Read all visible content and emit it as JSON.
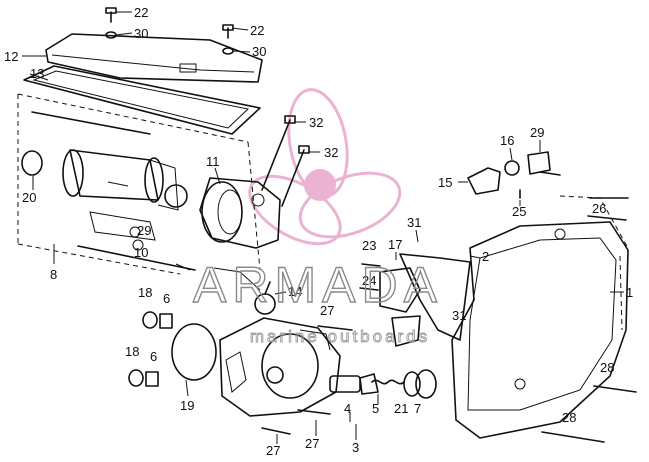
{
  "watermark": {
    "brand": "ARMADA",
    "tagline": "marine outboards",
    "logo_color": "#e8a6c9"
  },
  "part_numbers": [
    "22",
    "30",
    "22",
    "30",
    "12",
    "13",
    "32",
    "32",
    "11",
    "20",
    "16",
    "29",
    "15",
    "25",
    "26",
    "31",
    "23",
    "17",
    "2",
    "24",
    "29",
    "10",
    "8",
    "14",
    "18",
    "6",
    "27",
    "31",
    "1",
    "18",
    "6",
    "19",
    "28",
    "4",
    "5",
    "21",
    "7",
    "28",
    "3",
    "27",
    "27"
  ],
  "icons": {
    "logo": "propeller-logo-icon"
  }
}
